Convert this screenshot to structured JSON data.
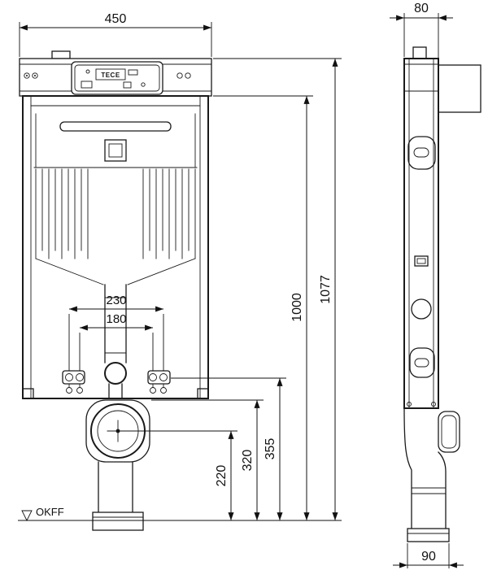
{
  "drawing": {
    "brand": "TECE",
    "floor_label": "OKFF",
    "dims": {
      "front_width": "450",
      "depth": "80",
      "total_height": "1077",
      "frame_height": "1000",
      "bracket_height": "355",
      "inlet_height": "320",
      "outlet_height": "220",
      "fixing_outer": "230",
      "fixing_inner": "180",
      "outlet_depth": "90"
    }
  }
}
